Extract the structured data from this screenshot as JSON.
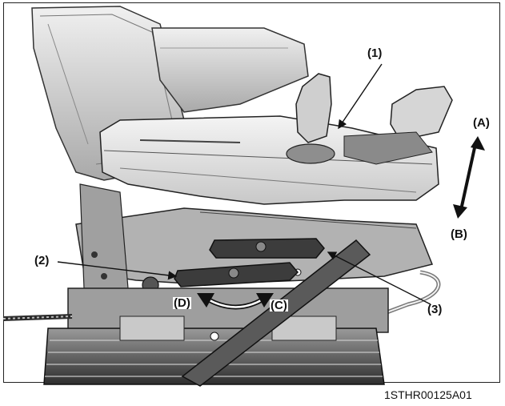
{
  "callouts": {
    "c1": "(1)",
    "c2": "(2)",
    "c3": "(3)",
    "a": "(A)",
    "b": "(B)",
    "c": "(C)",
    "d": "(D)"
  },
  "figure_code": "1STHR00125A01",
  "colors": {
    "line": "#111111",
    "frame": "#222222",
    "seat_light": "#e6e6e6",
    "seat_mid": "#bcbcbc",
    "seat_dark": "#6a6a6a",
    "base_dark": "#3a3a3a"
  },
  "icons": {
    "vertical_arrow": "double-headed-arrow-vertical",
    "curved_arrow": "double-headed-arrow-curved"
  }
}
